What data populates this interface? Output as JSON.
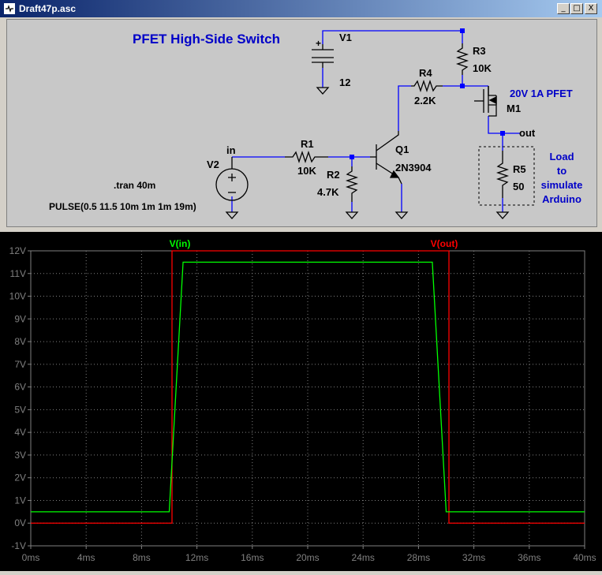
{
  "window": {
    "title": "Draft47p.asc",
    "minimize_glyph": "_",
    "maximize_glyph": "□",
    "close_glyph": "X"
  },
  "schematic": {
    "heading": "PFET High-Side Switch",
    "v1": {
      "name": "V1",
      "value": "12",
      "plus": "+"
    },
    "v2": {
      "name": "V2"
    },
    "r1": {
      "name": "R1",
      "value": "10K"
    },
    "r2": {
      "name": "R2",
      "value": "4.7K"
    },
    "r3": {
      "name": "R3",
      "value": "10K"
    },
    "r4": {
      "name": "R4",
      "value": "2.2K"
    },
    "r5": {
      "name": "R5",
      "value": "50"
    },
    "q1": {
      "name": "Q1",
      "model": "2N3904"
    },
    "m1": {
      "name": "M1",
      "comment": "20V 1A PFET"
    },
    "net_in": "in",
    "net_out": "out",
    "directive_tran": ".tran 40m",
    "directive_pulse": "PULSE(0.5 11.5 10m 1m 1m 19m)",
    "load_note": [
      "Load",
      "to",
      "simulate",
      "Arduino"
    ],
    "colors": {
      "wire": "#0000ff",
      "component": "#000000",
      "text": "#000000",
      "heading": "#0000c8"
    }
  },
  "chart_data": {
    "type": "line",
    "xlabel": "",
    "ylabel": "",
    "x_ticks": [
      "0ms",
      "4ms",
      "8ms",
      "12ms",
      "16ms",
      "20ms",
      "24ms",
      "28ms",
      "32ms",
      "36ms",
      "40ms"
    ],
    "y_ticks": [
      "-1V",
      "0V",
      "1V",
      "2V",
      "3V",
      "4V",
      "5V",
      "6V",
      "7V",
      "8V",
      "9V",
      "10V",
      "11V",
      "12V"
    ],
    "xlim": [
      0,
      40
    ],
    "ylim": [
      -1,
      12
    ],
    "grid": true,
    "legend": "top",
    "series": [
      {
        "name": "V(in)",
        "color": "#00ff00",
        "x": [
          0,
          10,
          11,
          29,
          30,
          40
        ],
        "y": [
          0.5,
          0.5,
          11.5,
          11.5,
          0.5,
          0.5
        ]
      },
      {
        "name": "V(out)",
        "color": "#ff0000",
        "x": [
          0,
          10.2,
          10.2,
          30.2,
          30.2,
          40
        ],
        "y": [
          0,
          0,
          12,
          12,
          0,
          0
        ]
      }
    ]
  }
}
